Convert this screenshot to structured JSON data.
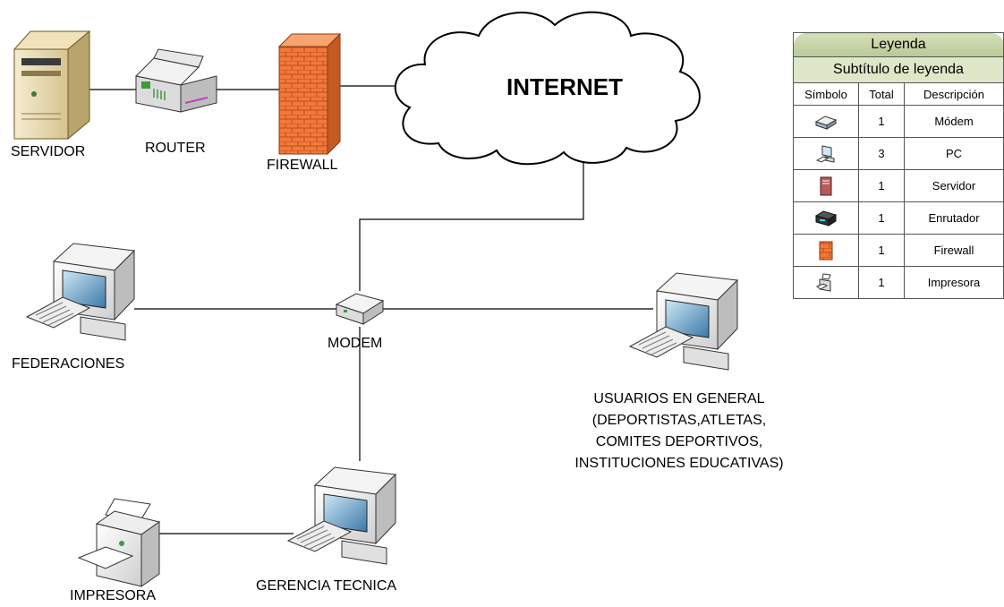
{
  "diagram": {
    "nodes": {
      "servidor": "SERVIDOR",
      "router": "ROUTER",
      "firewall": "FIREWALL",
      "internet": "INTERNET",
      "federaciones": "FEDERACIONES",
      "modem": "MODEM",
      "usuarios": [
        "USUARIOS EN GENERAL",
        "(DEPORTISTAS,ATLETAS,",
        "COMITES DEPORTIVOS,",
        "INSTITUCIONES EDUCATIVAS)"
      ],
      "impresora": "IMPRESORA",
      "gerencia": "GERENCIA TECNICA"
    }
  },
  "legend": {
    "title": "Leyenda",
    "subtitle": "Subtítulo de leyenda",
    "headers": [
      "Símbolo",
      "Total",
      "Descripción"
    ],
    "rows": [
      {
        "icon": "modem-icon",
        "total": "1",
        "description": "Módem"
      },
      {
        "icon": "pc-icon",
        "total": "3",
        "description": "PC"
      },
      {
        "icon": "server-icon",
        "total": "1",
        "description": "Servidor"
      },
      {
        "icon": "router-icon",
        "total": "1",
        "description": "Enrutador"
      },
      {
        "icon": "firewall-icon",
        "total": "1",
        "description": "Firewall"
      },
      {
        "icon": "printer-icon",
        "total": "1",
        "description": "Impresora"
      }
    ]
  },
  "colors": {
    "legend_header": "#c7d4a8",
    "firewall": "#f07a3c",
    "server": "#e6d6a8",
    "pc": "#e9e9e9"
  }
}
